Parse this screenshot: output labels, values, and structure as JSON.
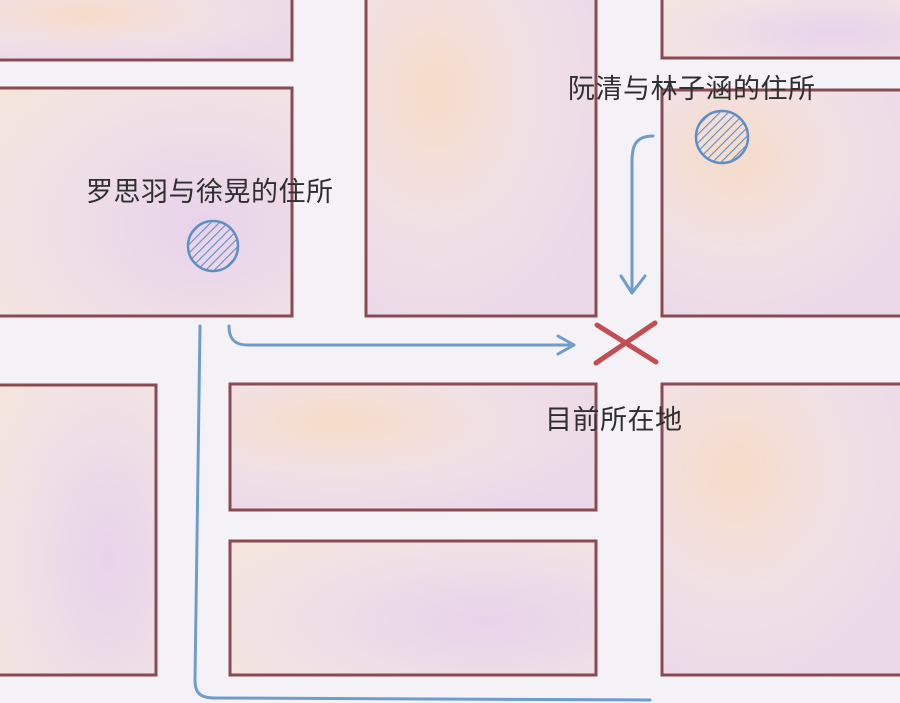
{
  "labels": {
    "luo_xu_residence": "罗思羽与徐晃的住所",
    "ruan_lin_residence": "阮清与林子涵的住所",
    "current_location": "目前所在地"
  },
  "colors": {
    "road": "#f4f2f6",
    "block_border": "#8a4a52",
    "route": "#6e9ccb",
    "marker_x": "#c14e52",
    "residence_marker": "#5d8fc7"
  }
}
